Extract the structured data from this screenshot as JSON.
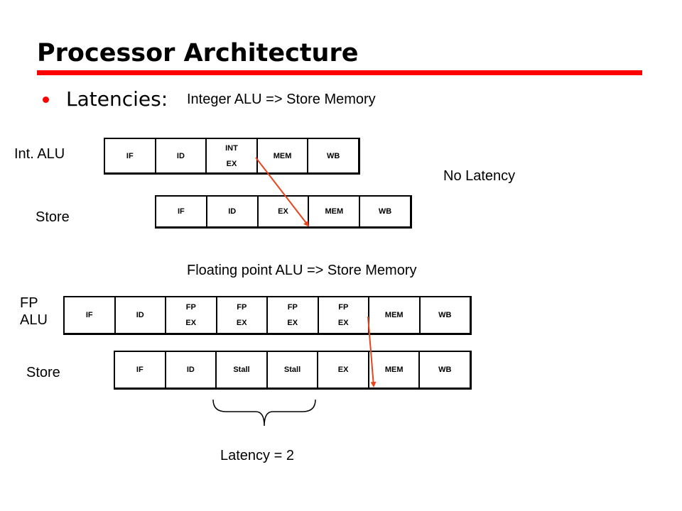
{
  "title": "Processor Architecture",
  "bullet": "Latencies:",
  "section1": {
    "heading": "Integer ALU => Store Memory",
    "int_alu_label": "Int. ALU",
    "store_label": "Store",
    "note": "No Latency",
    "int_pipeline": [
      "IF",
      "ID",
      "INT\nEX",
      "MEM",
      "WB"
    ],
    "store_pipeline": [
      "IF",
      "ID",
      "EX",
      "MEM",
      "WB"
    ]
  },
  "section2": {
    "heading": "Floating point ALU => Store Memory",
    "fp_alu_label": "FP\nALU",
    "store_label": "Store",
    "latency_note": "Latency = 2",
    "fp_pipeline": [
      "IF",
      "ID",
      "FP\nEX",
      "FP\nEX",
      "FP\nEX",
      "FP\nEX",
      "MEM",
      "WB"
    ],
    "store_pipeline": [
      "IF",
      "ID",
      "Stall",
      "Stall",
      "EX",
      "MEM",
      "WB"
    ]
  },
  "colors": {
    "title_rule": "#ff0000",
    "bullet": "#ff0000",
    "arrow": "#e8441c"
  }
}
